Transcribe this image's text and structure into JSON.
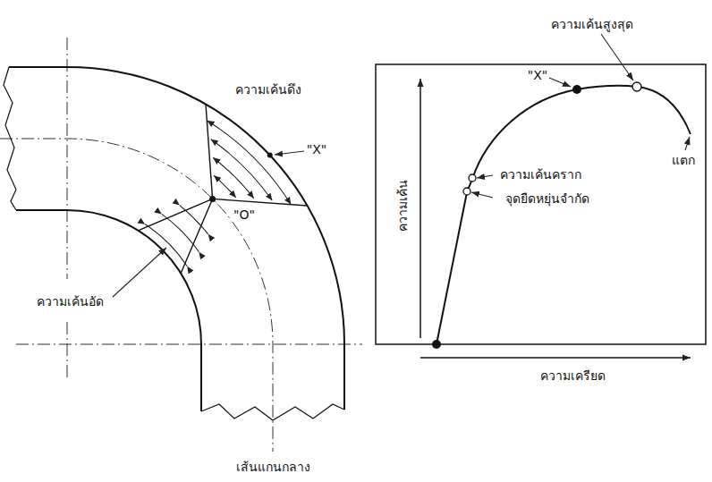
{
  "diagram": {
    "labels": [
      "ความเค้นดึง",
      "\"X\"",
      "\"O\"",
      "ความเค้นอัด",
      "เส้นแกนกลาง",
      "\"X\"",
      "ความเค้นสูงสุด",
      "ความเค้นคราก",
      "จุดยืดหยุ่นจำกัด",
      "แตก",
      "ความเค้น",
      "ความเครียด"
    ]
  }
}
